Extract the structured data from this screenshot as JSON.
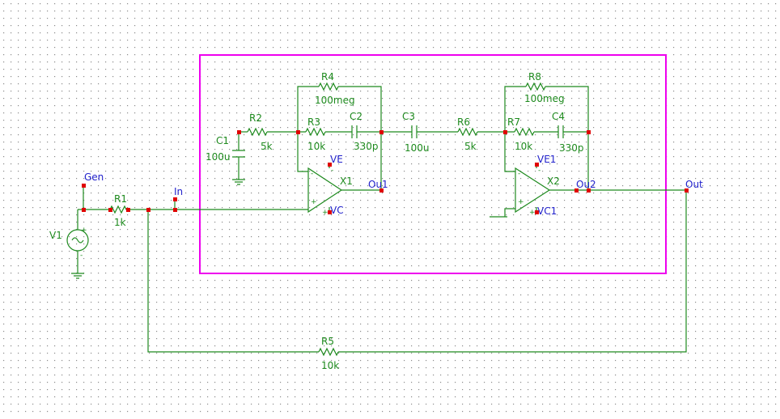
{
  "colors": {
    "background": "#ffffff",
    "grid_dot": "#8a8a8a",
    "wire": "#1e8a1e",
    "component_label": "#1e8a1e",
    "net_label": "#2222cc",
    "node": "#e00000",
    "subcircuit_box": "#ee00ee"
  },
  "nets": {
    "gen": "Gen",
    "in": "In",
    "ve": "VE",
    "vc": "VC",
    "ou1": "Ou1",
    "ve1": "VE1",
    "vc1": "VC1",
    "ou2": "Ou2",
    "out": "Out"
  },
  "components": {
    "v1": {
      "name": "V1"
    },
    "r1": {
      "name": "R1",
      "value": "1k"
    },
    "c1": {
      "name": "C1",
      "value": "100u"
    },
    "r2": {
      "name": "R2",
      "value": "5k"
    },
    "r3": {
      "name": "R3",
      "value": "10k"
    },
    "r4": {
      "name": "R4",
      "value": "100meg"
    },
    "c2": {
      "name": "C2",
      "value": "330p"
    },
    "x1": {
      "name": "X1"
    },
    "c3": {
      "name": "C3",
      "value": "100u"
    },
    "r6": {
      "name": "R6",
      "value": "5k"
    },
    "r7": {
      "name": "R7",
      "value": "10k"
    },
    "r8": {
      "name": "R8",
      "value": "100meg"
    },
    "c4": {
      "name": "C4",
      "value": "330p"
    },
    "x2": {
      "name": "X2"
    },
    "r5": {
      "name": "R5",
      "value": "10k"
    }
  },
  "pin_marks": {
    "minus": "-",
    "plus": "+"
  }
}
